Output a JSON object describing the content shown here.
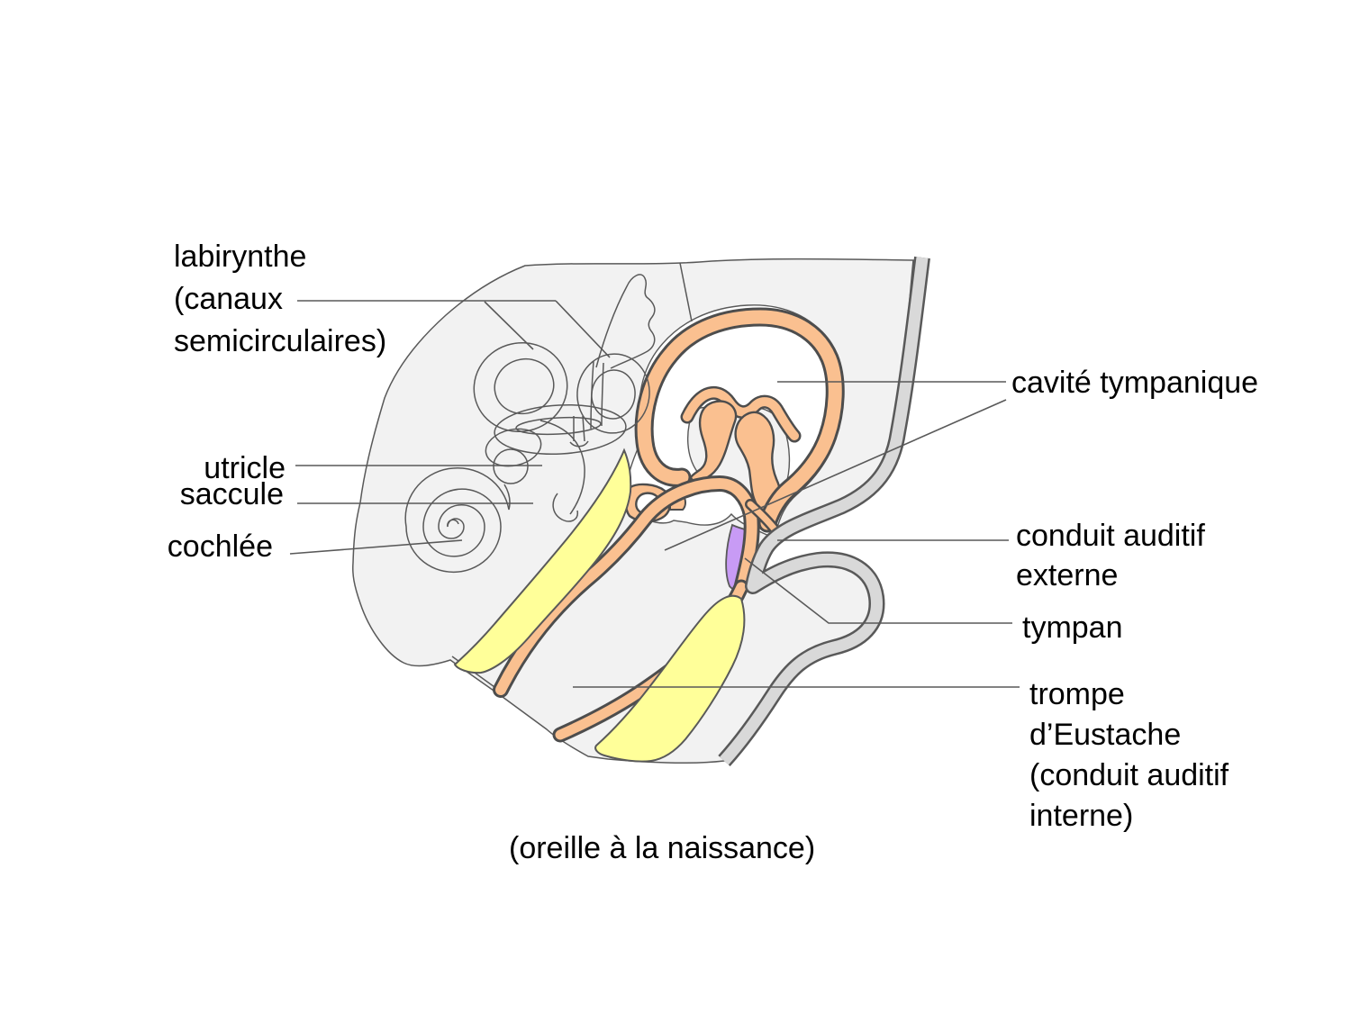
{
  "colors": {
    "background": "#FFFFFF",
    "tissue": "#F2F2F2",
    "orange": "#FAC090",
    "yellow": "#FFFF99",
    "purple": "#C89BF5",
    "band_gray": "#D9D9D9",
    "edge_dark": "#4D4D4D",
    "line_gray": "#595959",
    "text": "#000000"
  },
  "labels": {
    "labyrinth": [
      "labirynthe",
      "(canaux",
      "semicirculaires)"
    ],
    "utricle": "utricle",
    "saccule": "saccule",
    "cochlea": "cochlée",
    "tympanic_cavity": "cavité tympanique",
    "external_canal": [
      "conduit auditif",
      "externe"
    ],
    "eardrum": "tympan",
    "eustachian": [
      "trompe",
      "d’Eustache",
      "(conduit auditif",
      "interne)"
    ],
    "caption": "(oreille à la naissance)"
  }
}
